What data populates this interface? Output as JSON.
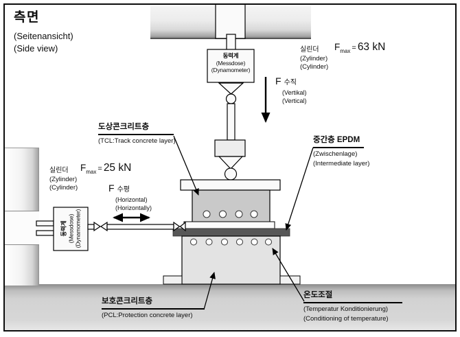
{
  "title": {
    "ko": "측면",
    "de": "(Seitenansicht)",
    "en": "(Side view)"
  },
  "vertical_system": {
    "cylinder": {
      "ko": "실린더",
      "de": "(Zylinder)",
      "en": "(Cylinder)"
    },
    "fmax": {
      "f": "F",
      "sub": "max",
      "eq": "=",
      "value": "63 kN"
    },
    "dynamometer": {
      "ko": "동력계",
      "de": "(Messdose)",
      "en": "(Dynamometer)"
    },
    "force": {
      "f": "F",
      "ko": "수직",
      "de": "(Vertikal)",
      "en": "(Vertical)"
    }
  },
  "horizontal_system": {
    "cylinder": {
      "ko": "실린더",
      "de": "(Zylinder)",
      "en": "(Cylinder)"
    },
    "fmax": {
      "f": "F",
      "sub": "max",
      "eq": "=",
      "value": "25 kN"
    },
    "dynamometer": {
      "ko": "동력계",
      "de": "(Messdose)",
      "en": "(Dynamometer)"
    },
    "force": {
      "f": "F",
      "ko": "수평",
      "de": "(Horizontal)",
      "en": "(Horizontally)"
    }
  },
  "layers": {
    "tcl": {
      "ko": "도상콘크리트층",
      "en": "(TCL:Track concrete layer)"
    },
    "epdm": {
      "ko": "중간층 EPDM",
      "de": "(Zwischenlage)",
      "en": "(Intermediate layer)"
    },
    "pcl": {
      "ko": "보호콘크리트층",
      "en": "(PCL:Protection concrete layer)"
    },
    "temperature": {
      "ko": "온도조절",
      "de": "(Temperatur Konditionierung)",
      "en": "(Conditioning of temperature)"
    }
  },
  "colors": {
    "tcl_fill": "#c9c9c9",
    "pcl_fill": "#e3e3e3",
    "epdm_fill": "#575757",
    "steel_fill": "#fafafa",
    "outline": "#000000"
  }
}
